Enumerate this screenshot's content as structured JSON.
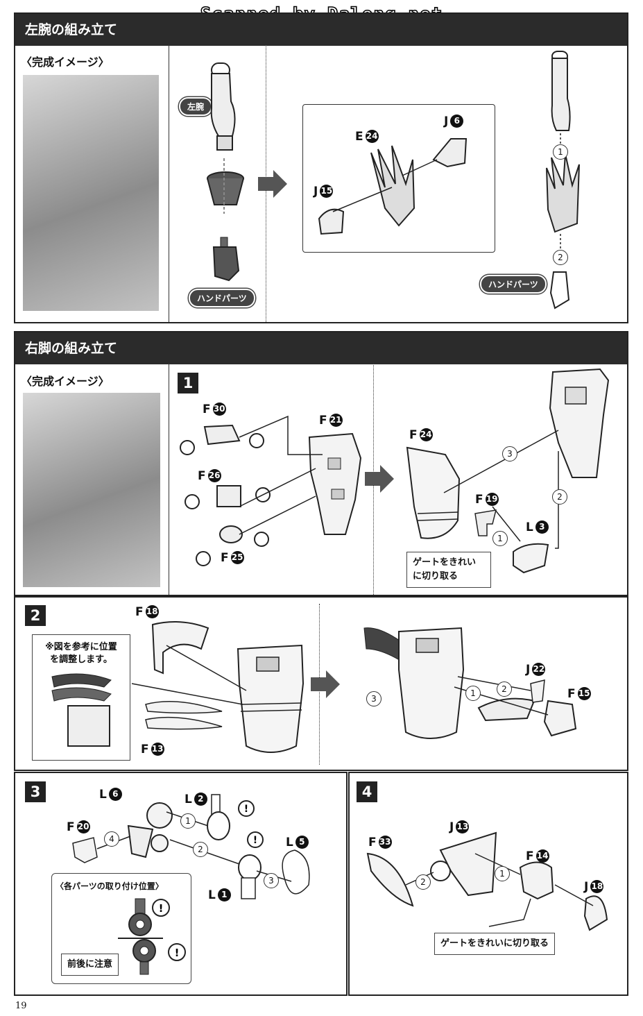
{
  "watermark": "Scanned by Dalong.net",
  "page_number": "19",
  "sections": {
    "left_arm": {
      "title": "左腕の組み立て",
      "image_label": "〈完成イメージ〉",
      "callouts": {
        "arm": "左腕",
        "hand": "ハンドパーツ",
        "hand_right": "ハンドパーツ"
      },
      "parts": {
        "j6": {
          "letter": "J",
          "num": "6"
        },
        "e24": {
          "letter": "E",
          "num": "24"
        },
        "j15": {
          "letter": "J",
          "num": "15"
        }
      },
      "steps": [
        "1",
        "2"
      ]
    },
    "right_leg": {
      "title": "右脚の組み立て",
      "image_label": "〈完成イメージ〉",
      "step1": {
        "number": "1",
        "parts": {
          "f30": {
            "letter": "F",
            "num": "30"
          },
          "f21": {
            "letter": "F",
            "num": "21"
          },
          "f26": {
            "letter": "F",
            "num": "26"
          },
          "f25": {
            "letter": "F",
            "num": "25"
          },
          "f24": {
            "letter": "F",
            "num": "24"
          },
          "f19": {
            "letter": "F",
            "num": "19"
          },
          "l3": {
            "letter": "L",
            "num": "3"
          }
        },
        "note": "ゲートをきれいに切り取る",
        "note_line1": "ゲートをきれい",
        "note_line2": "に切り取る",
        "steps": [
          "1",
          "2",
          "3"
        ]
      },
      "step2": {
        "number": "2",
        "note_line1": "※図を参考に位置",
        "note_line2": "を調整します。",
        "parts": {
          "f18": {
            "letter": "F",
            "num": "18"
          },
          "f13": {
            "letter": "F",
            "num": "13"
          },
          "j22": {
            "letter": "J",
            "num": "22"
          },
          "f15": {
            "letter": "F",
            "num": "15"
          }
        },
        "steps": [
          "1",
          "2",
          "3"
        ]
      },
      "step3": {
        "number": "3",
        "parts": {
          "l6": {
            "letter": "L",
            "num": "6"
          },
          "l2": {
            "letter": "L",
            "num": "2"
          },
          "f20": {
            "letter": "F",
            "num": "20"
          },
          "l5": {
            "letter": "L",
            "num": "5"
          },
          "l1": {
            "letter": "L",
            "num": "1"
          }
        },
        "attach_label": "〈各パーツの取り付け位置〉",
        "caution": "前後に注意",
        "steps": [
          "1",
          "2",
          "3",
          "4"
        ]
      },
      "step4": {
        "number": "4",
        "parts": {
          "j13": {
            "letter": "J",
            "num": "13"
          },
          "f33": {
            "letter": "F",
            "num": "33"
          },
          "f14": {
            "letter": "F",
            "num": "14"
          },
          "j18": {
            "letter": "J",
            "num": "18"
          }
        },
        "note": "ゲートをきれいに切り取る",
        "steps": [
          "1",
          "2"
        ]
      }
    }
  }
}
